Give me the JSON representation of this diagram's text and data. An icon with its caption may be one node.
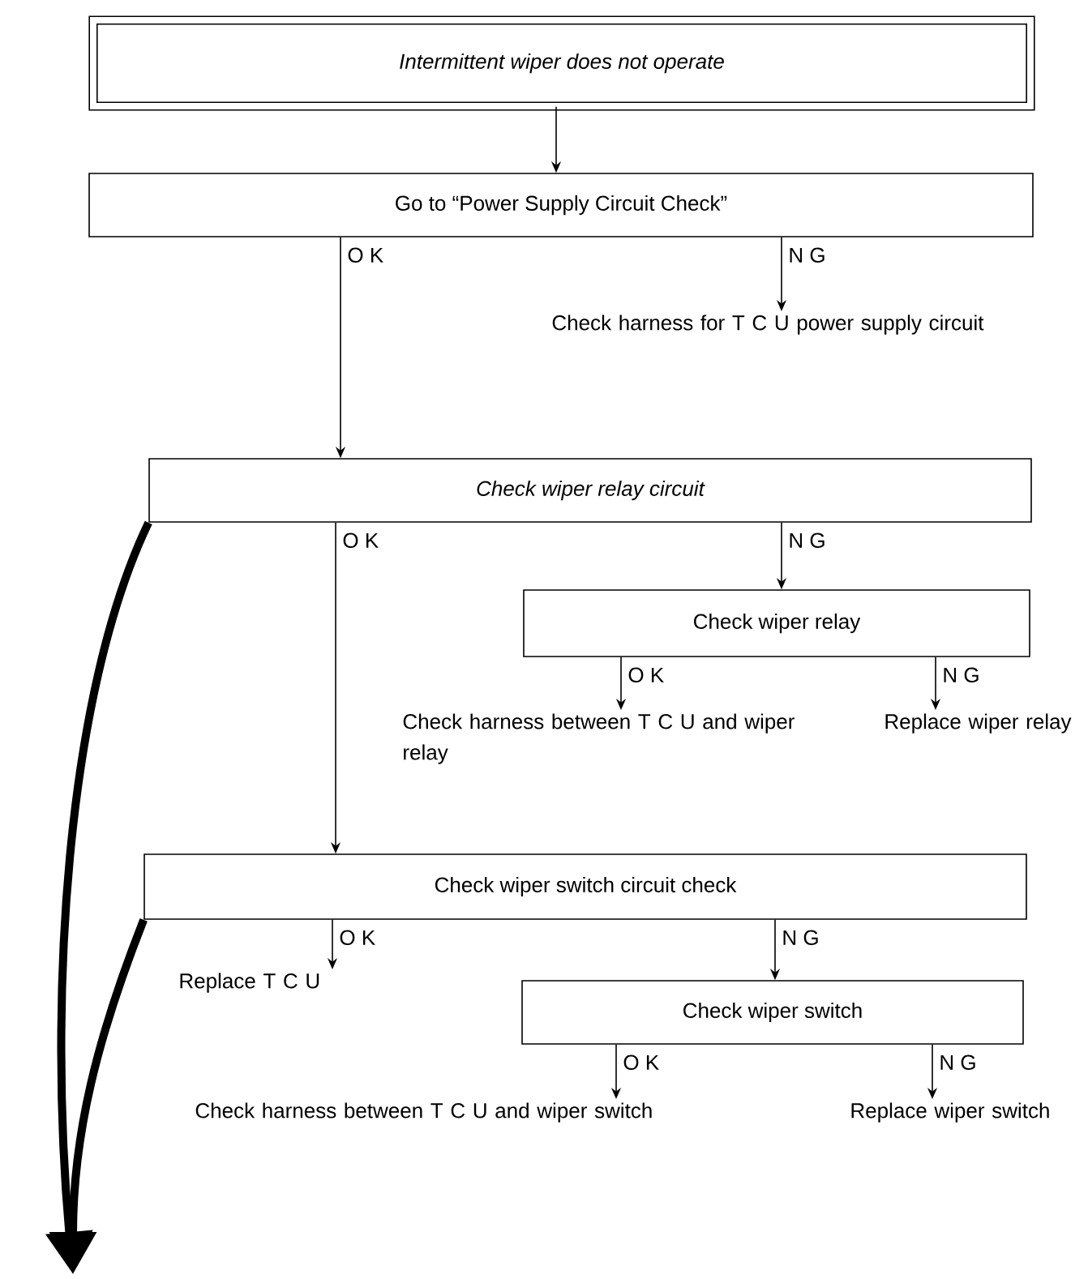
{
  "diagram": {
    "nodes": [
      {
        "text": [
          "Intermittent wiper does not operate"
        ]
      },
      {
        "text": [
          "Go to “Power Supply Circuit Check”"
        ]
      },
      {
        "text": [
          "Check harness for T C U power supply circuit"
        ]
      },
      {
        "text": [
          "Check wiper relay circuit"
        ]
      },
      {
        "text": [
          "Check wiper relay"
        ]
      },
      {
        "text": [
          "Check harness between T C U and wiper relay"
        ]
      },
      {
        "text": [
          "Replace wiper relay"
        ]
      },
      {
        "text": [
          "Check wiper switch circuit check"
        ]
      },
      {
        "text": [
          "Replace T C U"
        ]
      },
      {
        "text": [
          "Check wiper switch"
        ]
      },
      {
        "text": [
          "Check harness between T C U and wiper switch"
        ]
      },
      {
        "text": [
          "Replace wiper switch"
        ]
      }
    ],
    "edges": [
      {
        "from": 0,
        "to": 1,
        "arrow": "to"
      },
      {
        "from": 1,
        "to": 3,
        "arrow": "to",
        "label": "O K"
      },
      {
        "from": 1,
        "to": 2,
        "arrow": "to",
        "label": "N G"
      },
      {
        "from": 3,
        "to": 7,
        "arrow": "to",
        "label": "O K"
      },
      {
        "from": 3,
        "to": 4,
        "arrow": "to",
        "label": "N G"
      },
      {
        "from": 4,
        "to": 5,
        "arrow": "to",
        "label": "O K"
      },
      {
        "from": 4,
        "to": 6,
        "arrow": "to",
        "label": "N G"
      },
      {
        "from": 7,
        "to": 8,
        "arrow": "to",
        "label": "O K"
      },
      {
        "from": 7,
        "to": 9,
        "arrow": "to",
        "label": "N G"
      },
      {
        "from": 9,
        "to": 10,
        "arrow": "to",
        "label": "O K"
      },
      {
        "from": 9,
        "to": 11,
        "arrow": "to",
        "label": "N G"
      },
      {
        "from": 3,
        "to": null,
        "arrow": "to",
        "style": "thick"
      },
      {
        "from": 7,
        "to": null,
        "arrow": "to",
        "style": "thick"
      }
    ]
  }
}
